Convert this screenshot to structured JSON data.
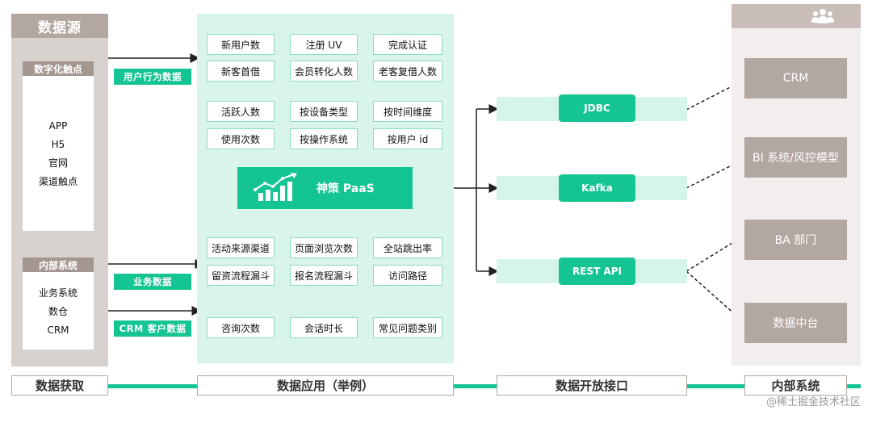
{
  "source": {
    "title": "数据源",
    "touchpoints": {
      "label": "数字化触点",
      "items": [
        "APP",
        "H5",
        "官网",
        "渠道触点"
      ]
    },
    "internal": {
      "label": "内部系统",
      "items": [
        "业务系统",
        "数仓",
        "CRM"
      ]
    }
  },
  "flow_tags": [
    "用户行为数据",
    "业务数据",
    "CRM 客户数据"
  ],
  "metrics": {
    "group1": [
      "新用户数",
      "注册 UV",
      "完成认证",
      "新客首借",
      "会员转化人数",
      "老客复借人数"
    ],
    "group2": [
      "活跃人数",
      "按设备类型",
      "按时间维度",
      "使用次数",
      "按操作系统",
      "按用户 id"
    ],
    "group3": [
      "活动来源渠道",
      "页面浏览次数",
      "全站跳出率",
      "留资流程漏斗",
      "报名流程漏斗",
      "访问路径"
    ],
    "group4": [
      "咨询次数",
      "会话时长",
      "常见问题类别"
    ]
  },
  "paas": {
    "label": "神策 PaaS"
  },
  "interfaces": [
    "JDBC",
    "Kafka",
    "REST API"
  ],
  "targets": [
    "CRM",
    "BI 系统/风控模型",
    "BA 部门",
    "数据中台"
  ],
  "stages": [
    "数据获取",
    "数据应用（举例）",
    "数据开放接口",
    "内部系统"
  ],
  "watermark": "@稀土掘金技术社区",
  "icons": {
    "paas": "growth-chart-icon",
    "team": "people-group-icon"
  },
  "colors": {
    "accent": "#15c493",
    "panel_green": "#d9f4e9",
    "taupe": "#b3a7a2",
    "taupe_light": "#d8d2cf"
  }
}
